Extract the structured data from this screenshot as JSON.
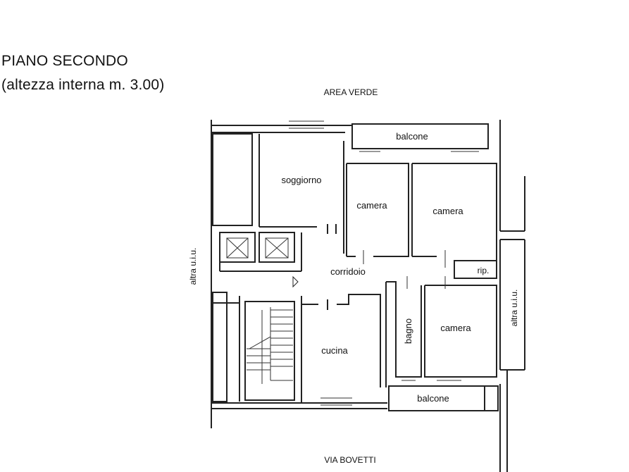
{
  "header": {
    "title": "PIANO SECONDO",
    "subtitle": "(altezza interna m. 3.00)"
  },
  "labels": {
    "top": "AREA VERDE",
    "bottom": "VIA BOVETTI",
    "left": "altra u.i.u.",
    "right": "altra u.i.u."
  },
  "rooms": {
    "balcone_top": "balcone",
    "soggiorno": "soggiorno",
    "camera_1": "camera",
    "camera_2": "camera",
    "corridoio": "corridoio",
    "rip": "rip.",
    "bagno": "bagno",
    "camera_3": "camera",
    "cucina": "cucina",
    "balcone_bottom": "balcone"
  }
}
